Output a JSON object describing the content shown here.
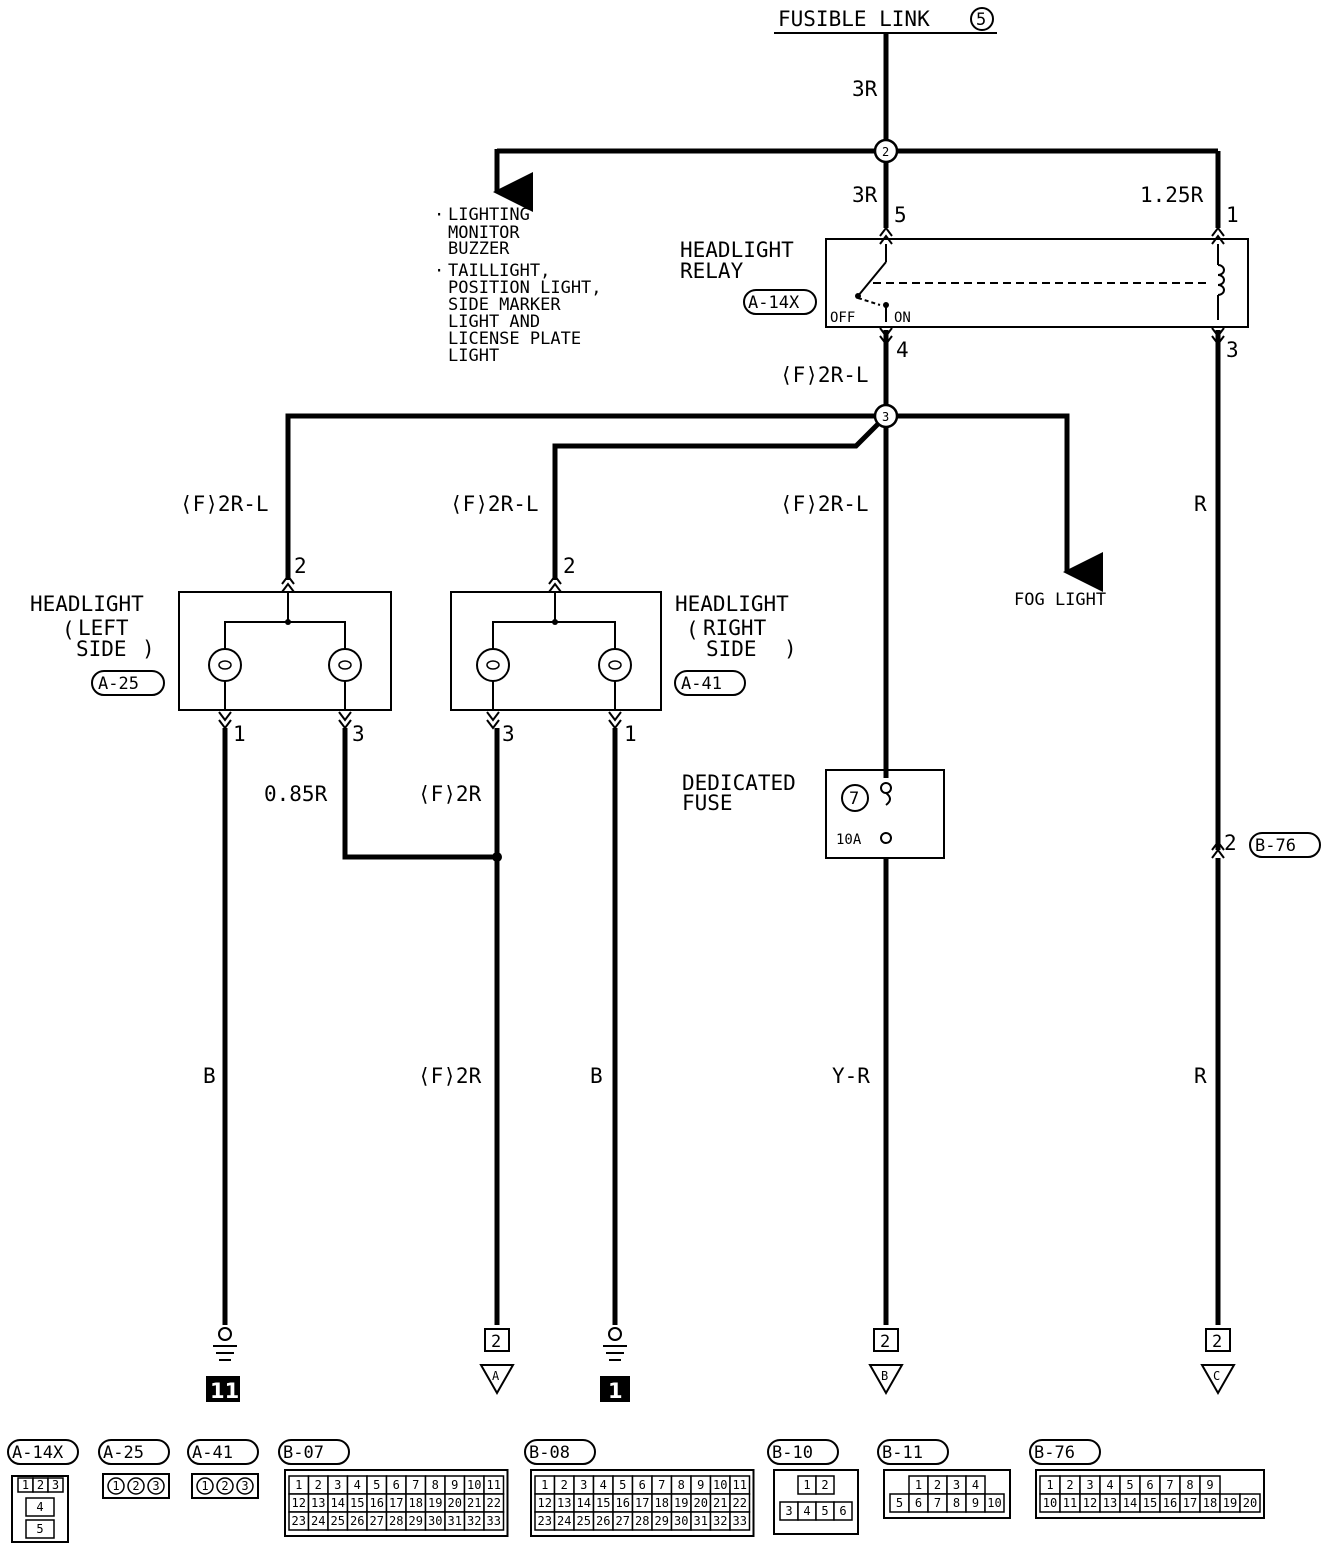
{
  "source": {
    "label": "FUSIBLE LINK",
    "number": "5"
  },
  "wires": {
    "main": "3R",
    "relay_in": "3R",
    "coil_in": "1.25R",
    "relay_out": "⟨F⟩2R-L",
    "left_feed": "⟨F⟩2R-L",
    "right_feed": "⟨F⟩2R-L",
    "center_feed": "⟨F⟩2R-L",
    "left_low": "0.85R",
    "right_low_upper": "⟨F⟩2R",
    "right_low_lower": "⟨F⟩2R",
    "left_ground": "B",
    "right_ground": "B",
    "fuse_out": "Y-R",
    "coil_out_upper": "R",
    "coil_out_lower": "R"
  },
  "nodes": {
    "junction_top": "2",
    "junction_mid": "3"
  },
  "branch": {
    "items": [
      "LIGHTING MONITOR BUZZER",
      "TAILLIGHT, POSITION LIGHT, SIDE MARKER LIGHT AND LICENSE PLATE LIGHT"
    ],
    "lines": [
      {
        "bullet": "·",
        "text": "LIGHTING"
      },
      {
        "bullet": "",
        "text": "MONITOR"
      },
      {
        "bullet": "",
        "text": "BUZZER"
      },
      {
        "bullet": "·",
        "text": "TAILLIGHT,"
      },
      {
        "bullet": "",
        "text": "POSITION LIGHT,"
      },
      {
        "bullet": "",
        "text": "SIDE MARKER"
      },
      {
        "bullet": "",
        "text": "LIGHT AND"
      },
      {
        "bullet": "",
        "text": "LICENSE PLATE"
      },
      {
        "bullet": "",
        "text": "LIGHT"
      }
    ]
  },
  "relay": {
    "title_line1": "HEADLIGHT",
    "title_line2": "RELAY",
    "connector": "A-14X",
    "off_label": "OFF",
    "on_label": "ON",
    "pins": {
      "in": "5",
      "coil_in": "1",
      "out": "4",
      "coil_out": "3"
    }
  },
  "headlight_left": {
    "line1": "HEADLIGHT",
    "line2": "LEFT",
    "line3": "SIDE",
    "connector": "A-25",
    "pins": {
      "feed": "2",
      "high": "1",
      "low": "3"
    }
  },
  "headlight_right": {
    "line1": "HEADLIGHT",
    "line2": "RIGHT",
    "line3": "SIDE",
    "connector": "A-41",
    "pins": {
      "feed": "2",
      "low": "3",
      "high": "1"
    }
  },
  "fog": {
    "label": "FOG LIGHT"
  },
  "fuse": {
    "line1": "DEDICATED",
    "line2": "FUSE",
    "number": "7",
    "rating": "10A"
  },
  "connector_inline": {
    "pin": "2",
    "id": "B-76"
  },
  "grounds": {
    "left": "11",
    "right": "1"
  },
  "terminals": [
    {
      "pin": "2",
      "letter": "A"
    },
    {
      "pin": "2",
      "letter": "B"
    },
    {
      "pin": "2",
      "letter": "C"
    }
  ],
  "connector_views": [
    {
      "id": "A-14X",
      "rows": [
        [
          "1",
          "2",
          "3"
        ],
        [
          "4"
        ],
        [
          "5"
        ]
      ]
    },
    {
      "id": "A-25",
      "pins": [
        "1",
        "2",
        "3"
      ]
    },
    {
      "id": "A-41",
      "pins": [
        "1",
        "2",
        "3"
      ]
    },
    {
      "id": "B-07",
      "rows": [
        [
          "1",
          "2",
          "3",
          "4",
          "5",
          "6",
          "7",
          "8",
          "9",
          "10",
          "11"
        ],
        [
          "12",
          "13",
          "14",
          "15",
          "16",
          "17",
          "18",
          "19",
          "20",
          "21",
          "22"
        ],
        [
          "23",
          "24",
          "25",
          "26",
          "27",
          "28",
          "29",
          "30",
          "31",
          "32",
          "33"
        ]
      ]
    },
    {
      "id": "B-08",
      "rows": [
        [
          "1",
          "2",
          "3",
          "4",
          "5",
          "6",
          "7",
          "8",
          "9",
          "10",
          "11"
        ],
        [
          "12",
          "13",
          "14",
          "15",
          "16",
          "17",
          "18",
          "19",
          "20",
          "21",
          "22"
        ],
        [
          "23",
          "24",
          "25",
          "26",
          "27",
          "28",
          "29",
          "30",
          "31",
          "32",
          "33"
        ]
      ]
    },
    {
      "id": "B-10",
      "rows": [
        [
          "1",
          "2"
        ],
        [
          "3",
          "4",
          "5",
          "6"
        ]
      ]
    },
    {
      "id": "B-11",
      "rows": [
        [
          "1",
          "2",
          "3",
          "4"
        ],
        [
          "5",
          "6",
          "7",
          "8",
          "9",
          "10"
        ]
      ]
    },
    {
      "id": "B-76",
      "rows": [
        [
          "1",
          "2",
          "3",
          "4",
          "5",
          "6",
          "7",
          "8",
          "9"
        ],
        [
          "10",
          "11",
          "12",
          "13",
          "14",
          "15",
          "16",
          "17",
          "18",
          "19",
          "20"
        ]
      ]
    }
  ]
}
